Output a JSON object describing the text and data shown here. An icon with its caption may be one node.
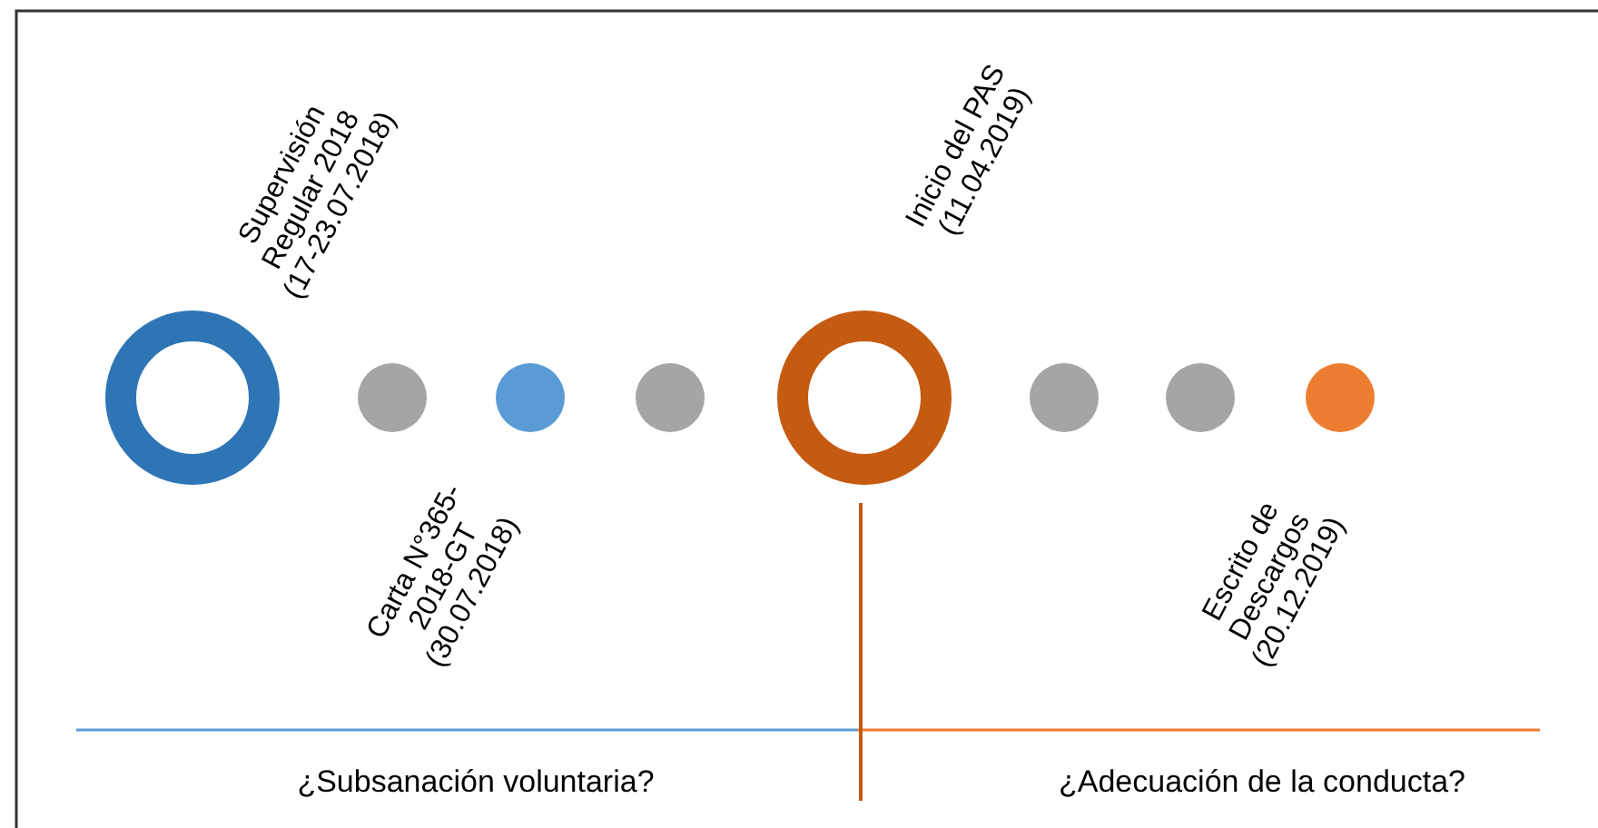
{
  "diagram": {
    "nodes": [
      {
        "text": [],
        "shape": "circle",
        "beside": [
          "Supervisión Regular 2018 (17-23.07.2018)"
        ]
      },
      {
        "text": [],
        "shape": "circle"
      },
      {
        "text": [],
        "shape": "circle",
        "beside": [
          "Carta N°365-2018-GT (30.07.2018)"
        ]
      },
      {
        "text": [],
        "shape": "circle"
      },
      {
        "text": [],
        "shape": "circle",
        "beside": [
          "Inicio del PAS (11.04.2019)"
        ]
      },
      {
        "text": [],
        "shape": "circle"
      },
      {
        "text": [],
        "shape": "circle"
      },
      {
        "text": [],
        "shape": "circle",
        "beside": [
          "Escrito de Descargos (20.12.2019)"
        ]
      }
    ],
    "edges": [],
    "labels": [
      "¿Subsanación voluntaria?",
      "¿Adecuación de la conducta?"
    ]
  }
}
